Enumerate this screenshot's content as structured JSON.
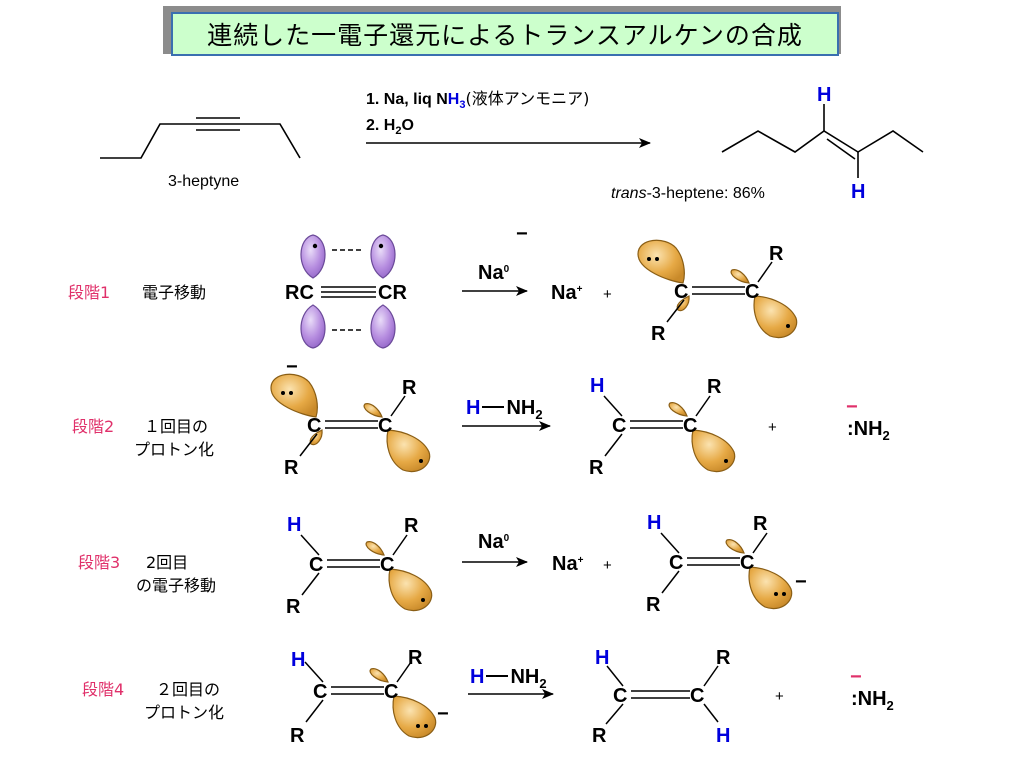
{
  "title": "連続した一電子還元によるトランスアルケンの合成",
  "reaction": {
    "reagent1": "1. Na, liq N",
    "reagent1_h": "H",
    "reagent1_sub": "3",
    "reagent1_jp": "(液体アンモニア)",
    "reagent2_prefix": "2. H",
    "reagent2_sub": "2",
    "reagent2_suffix": "O",
    "start_name": "3-heptyne",
    "product_name_italic": "trans",
    "product_name_rest": "-3-heptene: 86%",
    "product_h": "H"
  },
  "steps": [
    {
      "label": "段階1",
      "desc1": "電子移動",
      "desc2": ""
    },
    {
      "label": "段階2",
      "desc1": "１回目の",
      "desc2": "プロトン化"
    },
    {
      "label": "段階3",
      "desc1": "2回目",
      "desc2": "の電子移動"
    },
    {
      "label": "段階4",
      "desc1": "２回目の",
      "desc2": "プロトン化"
    }
  ],
  "atoms": {
    "C": "C",
    "R": "R",
    "H": "H",
    "RC": "RC",
    "CR": "CR"
  },
  "reagents": {
    "na0": "Na",
    "na0_sup": "0",
    "na_plus": "Na",
    "na_plus_sup": "+",
    "plus": "+",
    "h_nh2_h": "H",
    "h_nh2_nh": "NH",
    "h_nh2_sub": "2",
    "nh2_anion": ":NH",
    "nh2_sub": "2",
    "minus": "−"
  },
  "colors": {
    "lobe_orange": "#e6a945",
    "lobe_purple": "#b78ee0",
    "hydrogen_blue": "#0000dd",
    "step_pink": "#e0306a",
    "title_bg": "#ccffcc"
  }
}
